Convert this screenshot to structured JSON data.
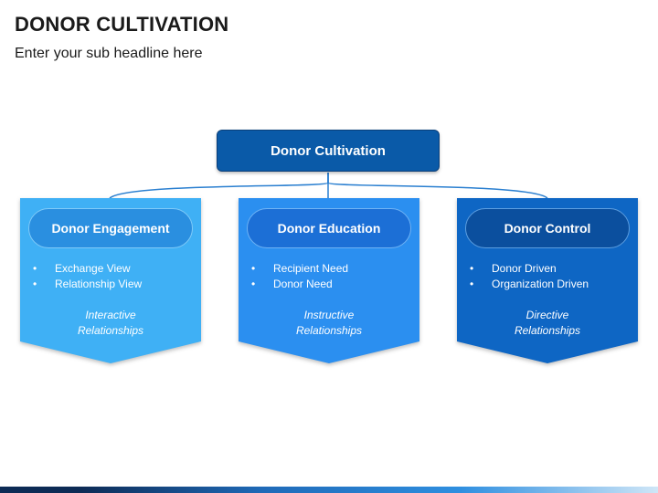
{
  "header": {
    "title": "DONOR CULTIVATION",
    "subtitle": "Enter your sub headline here"
  },
  "root": {
    "label": "Donor Cultivation"
  },
  "cards": [
    {
      "heading": "Donor Engagement",
      "bullets": [
        "Exchange View",
        "Relationship View"
      ],
      "note_line1": "Interactive",
      "note_line2": "Relationships",
      "fill": "#3fb0f5",
      "pill_fill": "#2a8fe0",
      "pill_border": "#7fcaf8"
    },
    {
      "heading": "Donor Education",
      "bullets": [
        "Recipient Need",
        "Donor Need"
      ],
      "note_line1": "Instructive",
      "note_line2": "Relationships",
      "fill": "#2b8ff0",
      "pill_fill": "#1c6fd6",
      "pill_border": "#6fb3f5"
    },
    {
      "heading": "Donor Control",
      "bullets": [
        "Donor Driven",
        "Organization Driven"
      ],
      "note_line1": "Directive",
      "note_line2": "Relationships",
      "fill": "#0e66c4",
      "pill_fill": "#0b4f9e",
      "pill_border": "#5c9ee0"
    }
  ],
  "colors": {
    "root": "#0a5aa8",
    "connector": "#2a7fd0",
    "bullet": "#ffffff"
  }
}
